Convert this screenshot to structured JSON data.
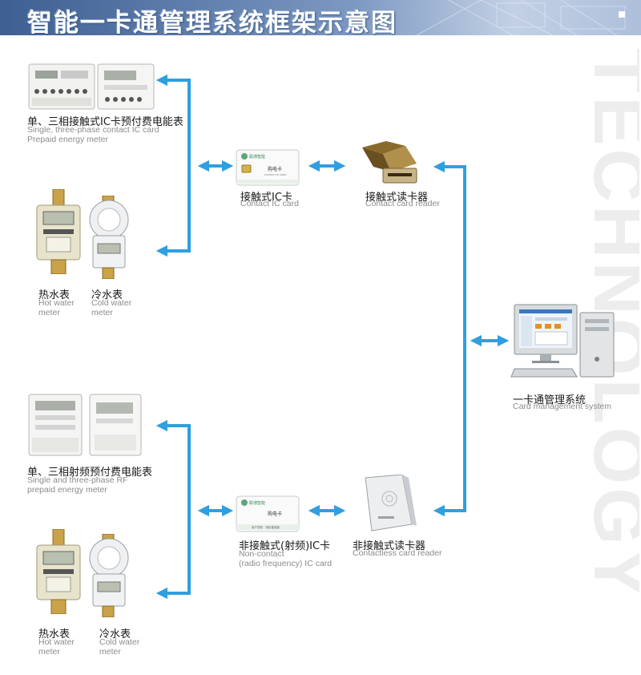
{
  "title": "智能一卡通管理系统框架示意图",
  "watermark_text": "TECHNOLOGY",
  "colors": {
    "connector": "#2f9fe0",
    "banner_dark": "#5a7aa8",
    "banner_light": "#c9d6e8",
    "caption_en": "#8c8c8c"
  },
  "nodes": {
    "contact_meter": {
      "cn": "单、三相接触式IC卡预付费电能表",
      "en1": "Single, three-phase contact IC card",
      "en2": "Prepaid energy meter"
    },
    "hot_water_top": {
      "cn": "热水表",
      "en1": "Hot water",
      "en2": "meter"
    },
    "cold_water_top": {
      "cn": "冷水表",
      "en1": "Cold water",
      "en2": "meter"
    },
    "contact_card": {
      "cn": "接触式IC卡",
      "en1": "Contact IC card"
    },
    "contact_reader": {
      "cn": "接触式读卡器",
      "en1": "Contact card reader"
    },
    "management": {
      "cn": "一卡通管理系统",
      "en1": "Card management system"
    },
    "rf_meter": {
      "cn": "单、三相射频预付费电能表",
      "en1": "Single and three-phase RF",
      "en2": "prepaid energy meter"
    },
    "rf_card": {
      "cn": "非接触式(射频)IC卡",
      "en1": "Non-contact",
      "en2": "(radio frequency) IC card"
    },
    "rf_reader": {
      "cn": "非接触式读卡器",
      "en1": "Contactless card reader"
    },
    "hot_water_bottom": {
      "cn": "热水表",
      "en1": "Hot water",
      "en2": "meter"
    },
    "cold_water_bottom": {
      "cn": "冷水表",
      "en1": "Cold water",
      "en2": "meter"
    }
  },
  "card_text": {
    "brand": "联通智能",
    "type_label": "购电卡",
    "sub": "CONTACT IC CARD",
    "strip": "用户须知 · 请妥善保管"
  },
  "icons": [
    "energy-meter-icon",
    "water-meter-icon",
    "ic-card-icon",
    "card-reader-icon",
    "computer-icon",
    "double-arrow-icon"
  ]
}
